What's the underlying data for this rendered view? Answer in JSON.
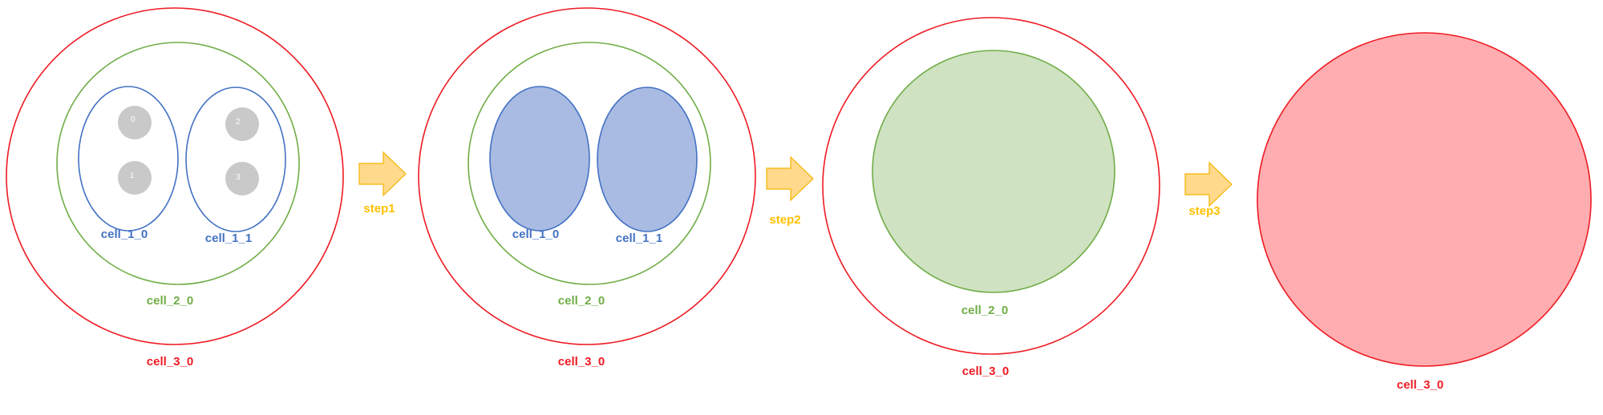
{
  "colors": {
    "red": "#ee1b23",
    "green": "#70ad47",
    "blue": "#4472c4",
    "step": "#ffc000",
    "arrow_fill": "#ffd98c",
    "arrow_stroke": "#f5b400",
    "node_fill": "#c9c9c9",
    "node_text": "#ffffff",
    "blue_fill": "#a9bbe2",
    "green_fill": "#cfe2c1",
    "red_fill": "#ffadb0"
  },
  "stage1": {
    "cell_3_0": "cell_3_0",
    "cell_2_0": "cell_2_0",
    "cell_1_0": "cell_1_0",
    "cell_1_1": "cell_1_1",
    "nodes": [
      "0",
      "1",
      "2",
      "3"
    ]
  },
  "step1": "step1",
  "stage2": {
    "cell_3_0": "cell_3_0",
    "cell_2_0": "cell_2_0",
    "cell_1_0": "cell_1_0",
    "cell_1_1": "cell_1_1"
  },
  "step2": "step2",
  "stage3": {
    "cell_3_0": "cell_3_0",
    "cell_2_0": "cell_2_0"
  },
  "step3": "step3",
  "stage4": {
    "cell_3_0": "cell_3_0"
  }
}
